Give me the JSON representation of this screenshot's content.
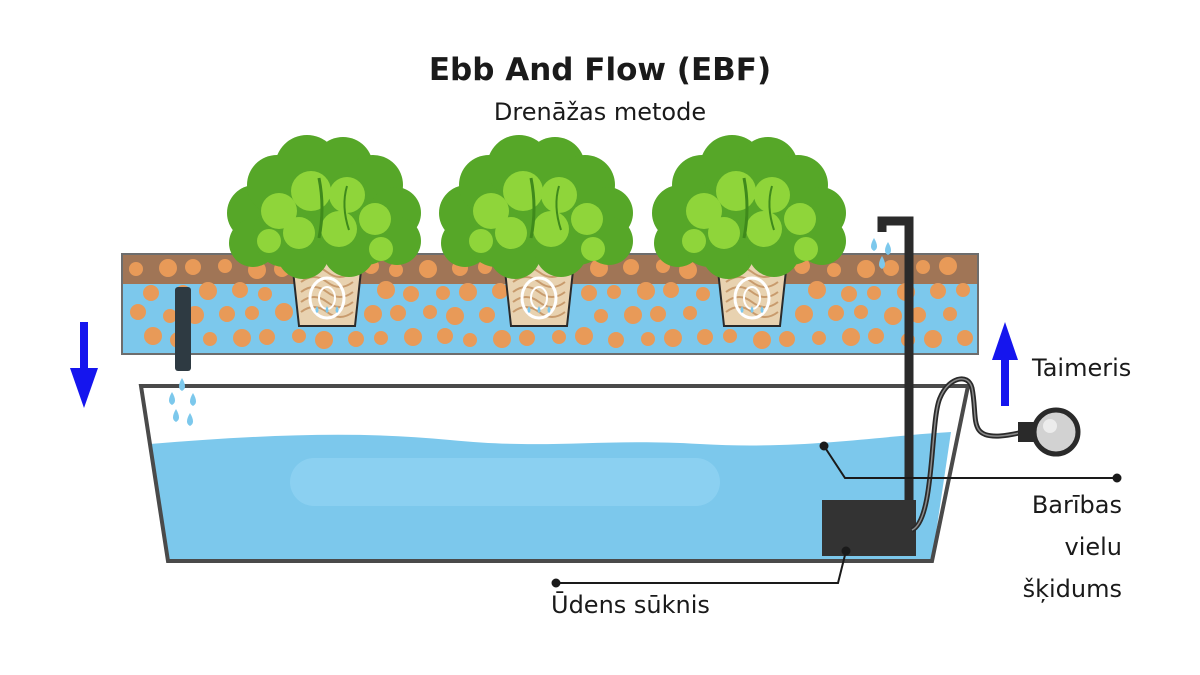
{
  "title": "Ebb And Flow (EBF)",
  "subtitle": "Drenāžas metode",
  "labels": {
    "timer": "Taimeris",
    "nutrient_line1": "Barības",
    "nutrient_line2": "vielu",
    "nutrient_line3": "šķidums",
    "pump": "Ūdens sūknis"
  },
  "icons": {
    "down_arrow": "arrow-down-icon",
    "up_arrow": "arrow-up-icon",
    "plants": "lettuce-icon",
    "timer_plug": "timer-plug-icon"
  },
  "colors": {
    "water": "#7cc8ec",
    "soil": "#a07556",
    "clay_pebble": "#e89a58",
    "lettuce_dark": "#56a728",
    "lettuce_light": "#8fd53a",
    "arrow": "#1515ee",
    "pump": "#333333"
  }
}
